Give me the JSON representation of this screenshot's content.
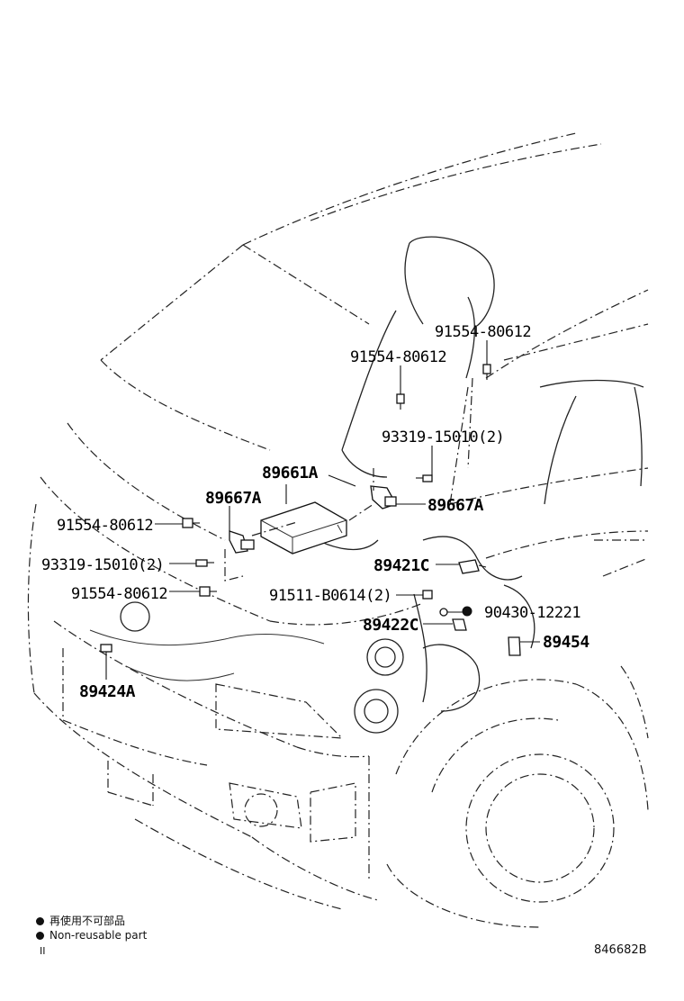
{
  "labels": {
    "p_91554_a": "91554-80612",
    "p_91554_b": "91554-80612",
    "p_93319_a": "93319-15010(2)",
    "p_89661a": "89661A",
    "p_89667a_l": "89667A",
    "p_89667a_r": "89667A",
    "p_91554_c": "91554-80612",
    "p_93319_b": "93319-15010(2)",
    "p_91554_d": "91554-80612",
    "p_89421c": "89421C",
    "p_91511": "91511-B0614(2)",
    "p_90430": "90430-12221",
    "p_89422c": "89422C",
    "p_89454": "89454",
    "p_89424a": "89424A"
  },
  "legend": {
    "japanese": "再使用不可部品",
    "english": "Non-reusable part"
  },
  "footer": {
    "mark": "II",
    "diagram_code": "846682B"
  }
}
